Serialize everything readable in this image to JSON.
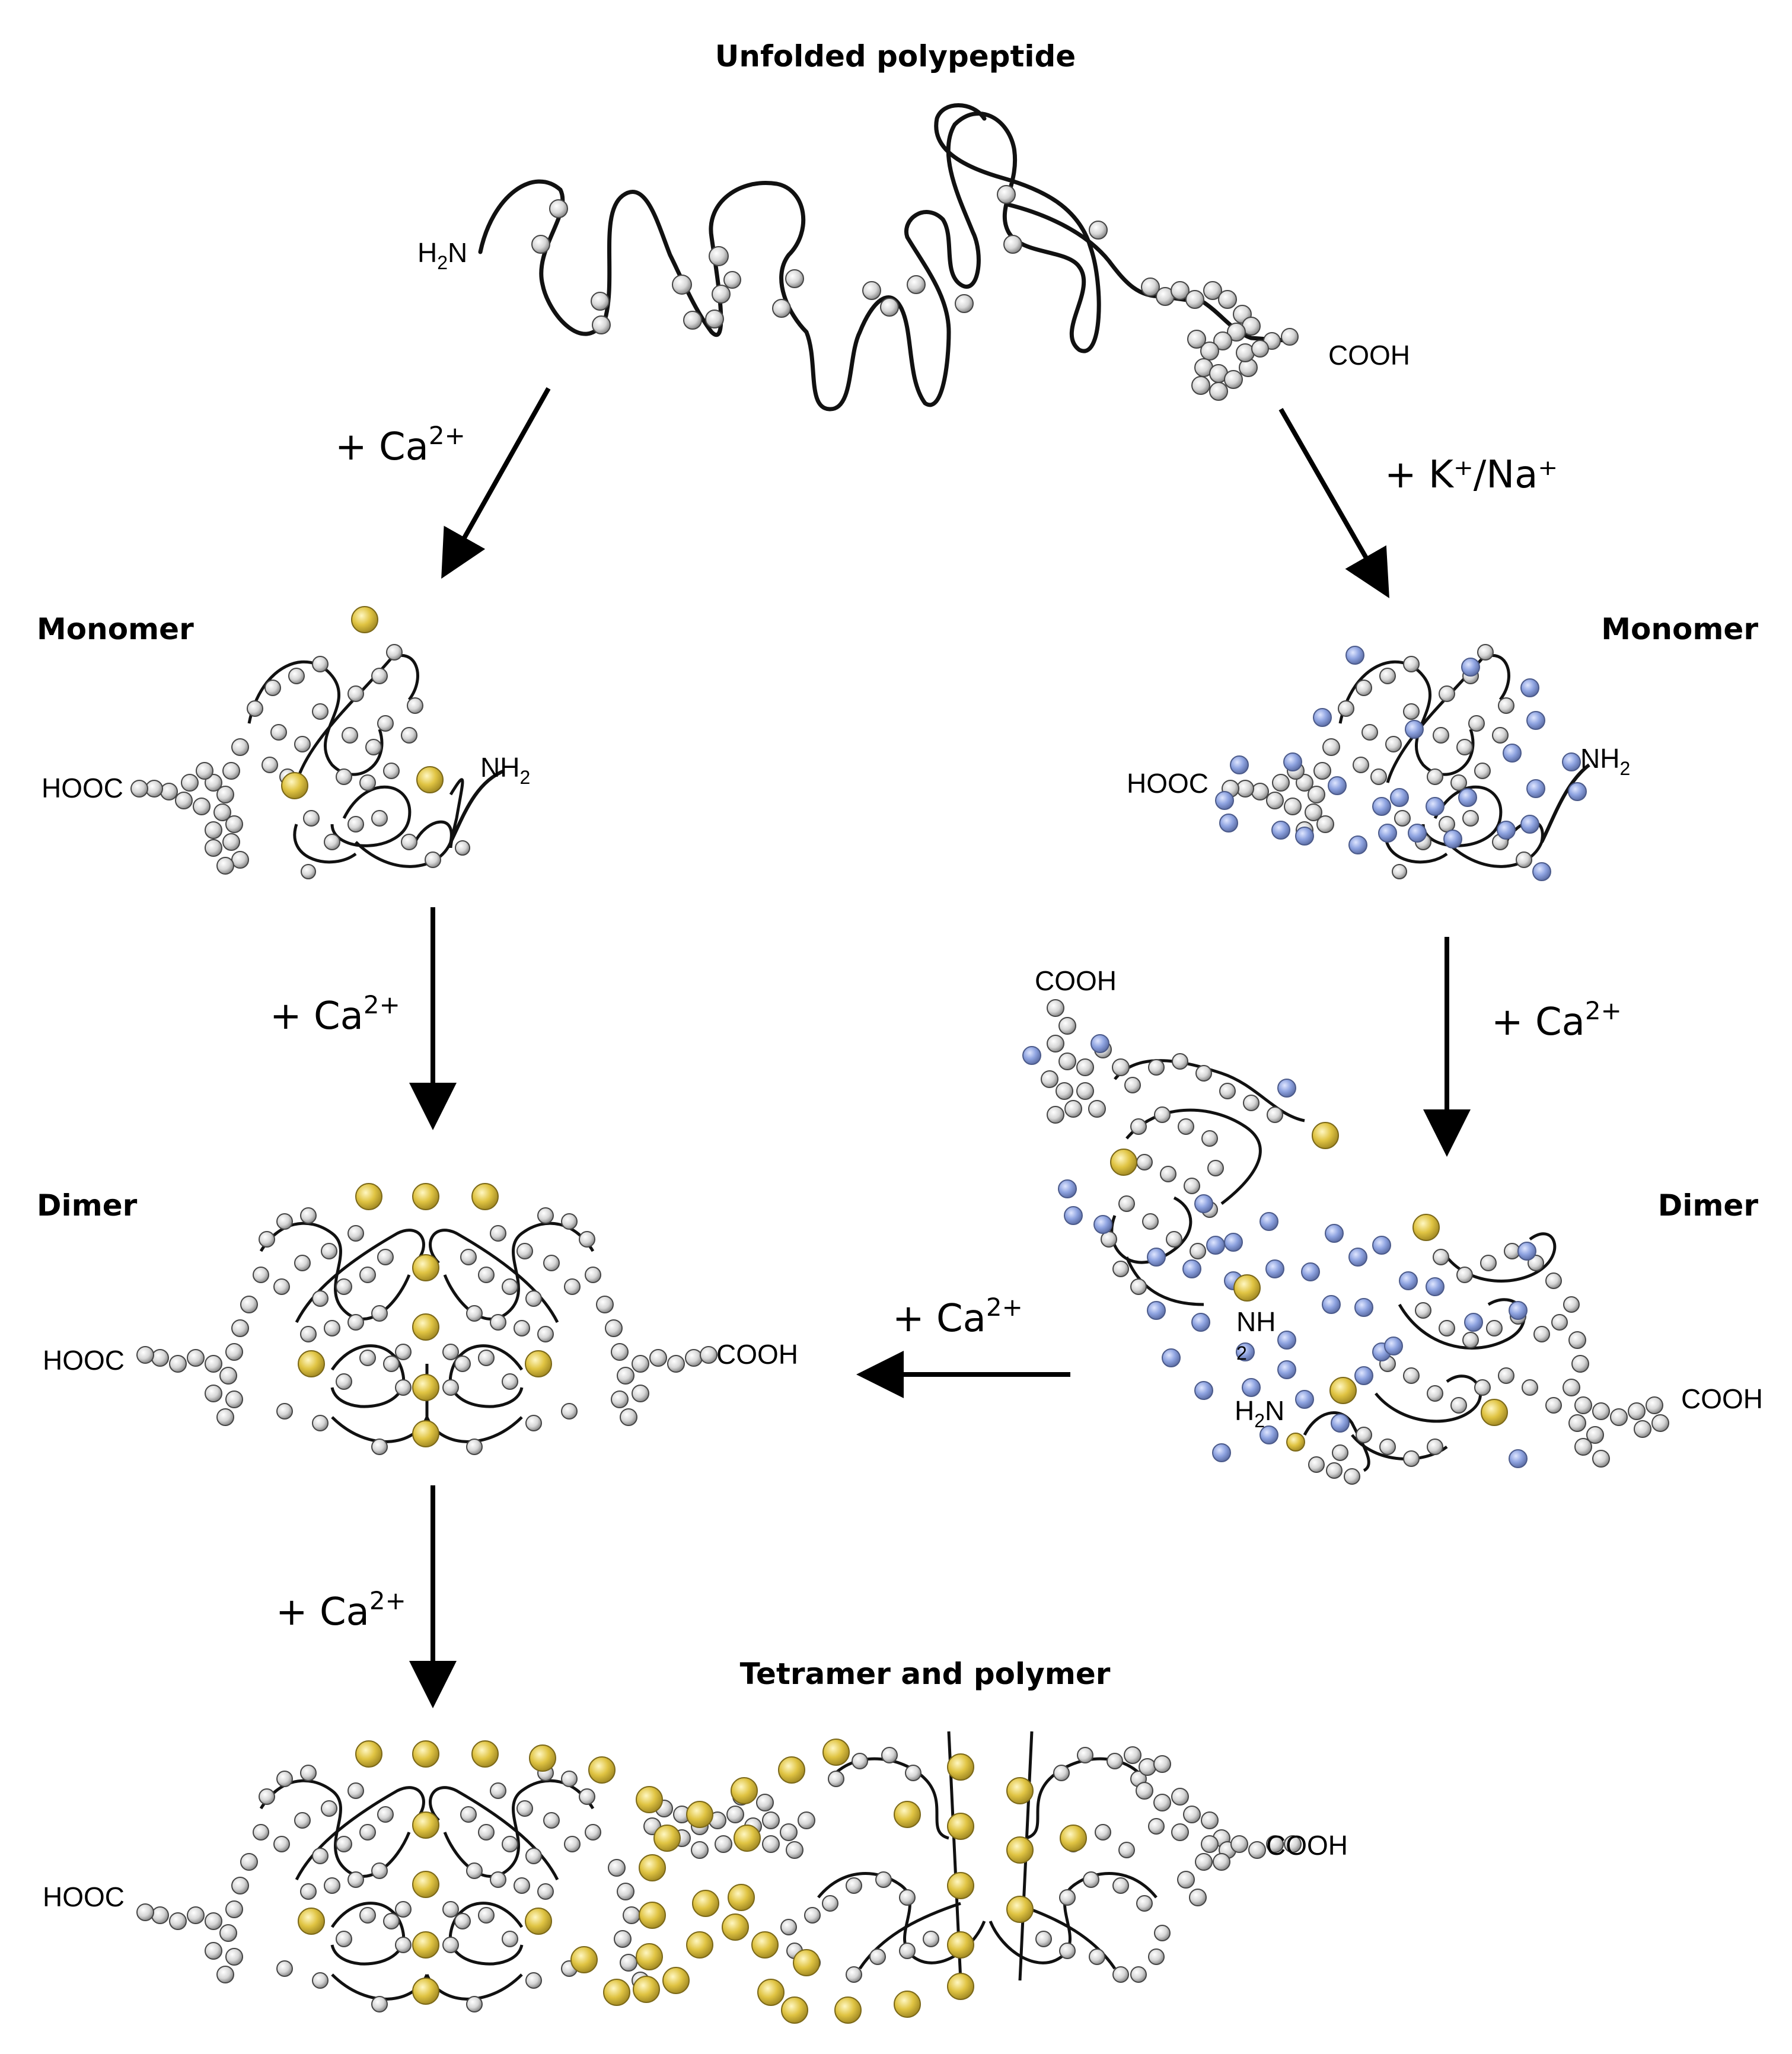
{
  "titles": {
    "unfolded": "Unfolded polypeptide",
    "monomer_left": "Monomer",
    "monomer_right": "Monomer",
    "dimer_left": "Dimer",
    "dimer_right": "Dimer",
    "tetramer": "Tetramer and polymer"
  },
  "termini": {
    "h2n_main": "H",
    "h2n_main_sub": "2",
    "h2n_main_tail": "N",
    "cooh": "COOH",
    "hooc": "HOOC",
    "nh": "NH",
    "nh2_sub": "2"
  },
  "reactions": {
    "ca_base": "+ Ca",
    "ca_sup": "2+",
    "kna": "+ K⁺/Na⁺"
  },
  "colors": {
    "residue_bead": "#d6d6d6",
    "calcium_ion": "#e0c443",
    "potassium_sodium_ion": "#8ea3e0",
    "backbone": "#111111",
    "arrow": "#000000"
  }
}
